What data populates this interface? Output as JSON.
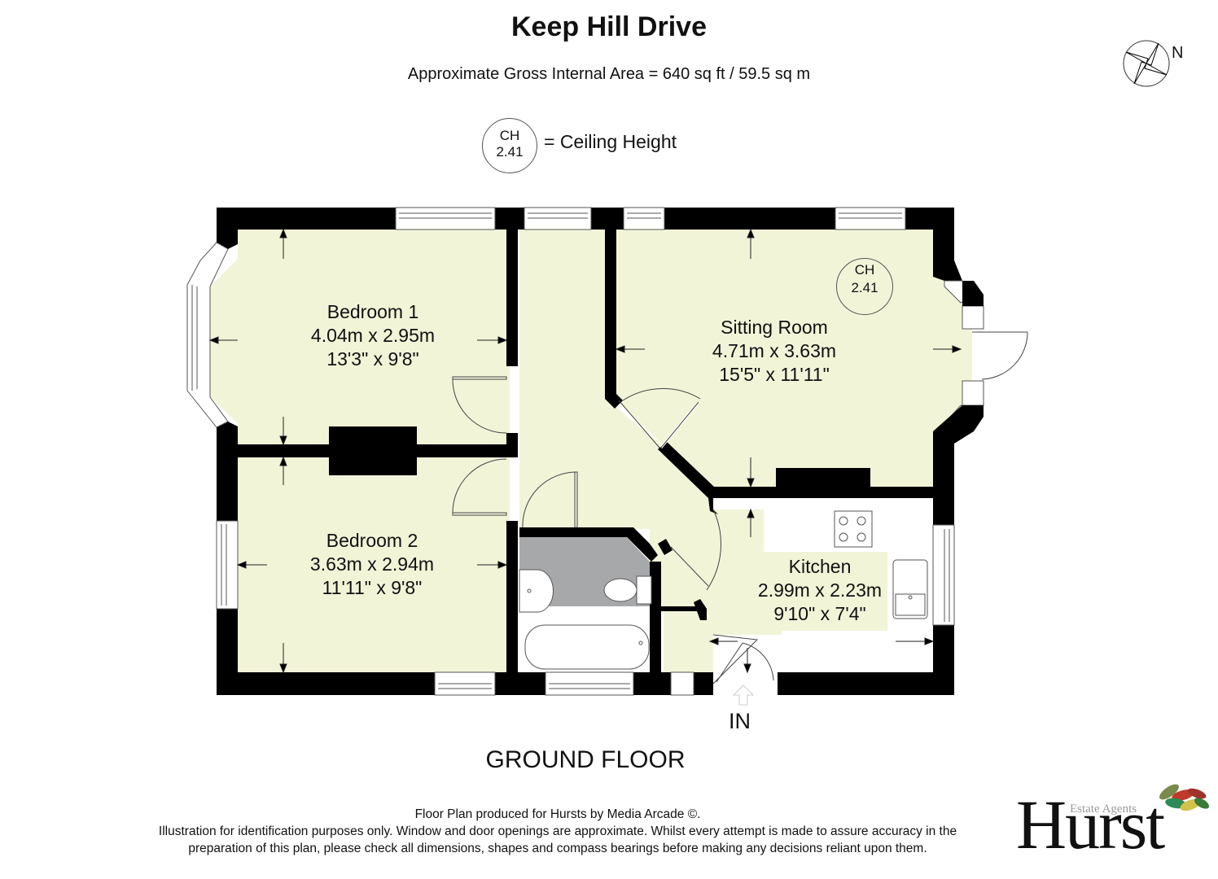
{
  "header": {
    "title": "Keep Hill Drive",
    "area": "Approximate Gross Internal Area = 640 sq ft / 59.5 sq m"
  },
  "legend": {
    "ch_abbrev": "CH",
    "ch_value": "2.41",
    "ch_text": "= Ceiling Height"
  },
  "compass": {
    "label": "N"
  },
  "rooms": [
    {
      "name": "Bedroom 1",
      "metric": "4.04m x 2.95m",
      "imperial": "13'3\" x 9'8\""
    },
    {
      "name": "Sitting Room",
      "metric": "4.71m x 3.63m",
      "imperial": "15'5\" x 11'11\""
    },
    {
      "name": "Bedroom 2",
      "metric": "3.63m x 2.94m",
      "imperial": "11'11\" x 9'8\""
    },
    {
      "name": "Kitchen",
      "metric": "2.99m x 2.23m",
      "imperial": "9'10\" x 7'4\""
    }
  ],
  "sitting_room_ch": {
    "abbrev": "CH",
    "value": "2.41"
  },
  "entrance": {
    "label": "IN"
  },
  "floor": {
    "label": "GROUND FLOOR"
  },
  "colors": {
    "room_fill": "#f2f4d8",
    "wall": "#000000",
    "bathroom_fill": "#a7a8aa",
    "kitchen_units": "#ffffff"
  },
  "footer": {
    "line1": "Floor Plan produced for Hursts by Media Arcade ©.",
    "line2": "Illustration for identification purposes only. Window and door openings are approximate. Whilst every attempt is made to assure accuracy in the",
    "line3": "preparation of this plan, please check all dimensions, shapes and compass bearings before making any decisions reliant upon them."
  },
  "logo": {
    "word": "Hurst",
    "subtitle": "Estate Agents"
  }
}
